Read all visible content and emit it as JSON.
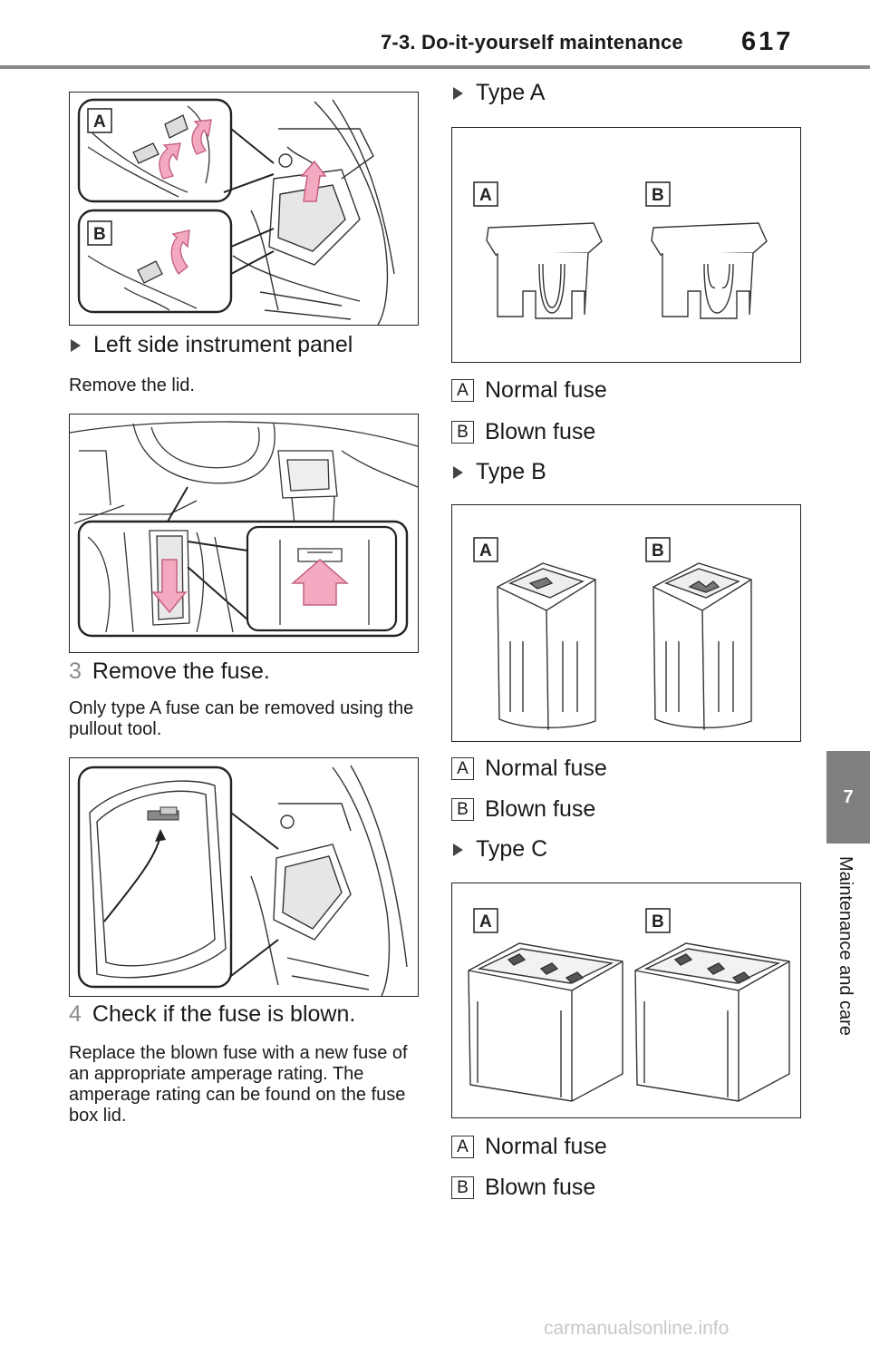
{
  "header": {
    "section_title": "7-3. Do-it-yourself maintenance",
    "page_number": "617"
  },
  "side_tab": {
    "chapter_number": "7",
    "chapter_label": "Maintenance and care"
  },
  "left_column": {
    "figure1_callouts": [
      "A",
      "B"
    ],
    "bullet_left_panel": "Left side instrument panel",
    "text_remove_lid": "Remove the lid.",
    "step3": {
      "number": "3",
      "label": "Remove the fuse."
    },
    "text_pullout": "Only type A fuse can be removed using the pullout tool.",
    "step4": {
      "number": "4",
      "label": "Check if the fuse is blown."
    },
    "text_replace": "Replace the blown fuse with a new fuse of an appropriate amperage rating. The amperage rating can be found on the fuse box lid."
  },
  "right_column": {
    "type_a": {
      "label": "Type A",
      "callouts": [
        "A",
        "B"
      ],
      "legend": [
        {
          "key": "A",
          "text": "Normal fuse"
        },
        {
          "key": "B",
          "text": "Blown fuse"
        }
      ]
    },
    "type_b": {
      "label": "Type B",
      "callouts": [
        "A",
        "B"
      ],
      "legend": [
        {
          "key": "A",
          "text": "Normal fuse"
        },
        {
          "key": "B",
          "text": "Blown fuse"
        }
      ]
    },
    "type_c": {
      "label": "Type C",
      "callouts": [
        "A",
        "B"
      ],
      "legend": [
        {
          "key": "A",
          "text": "Normal fuse"
        },
        {
          "key": "B",
          "text": "Blown fuse"
        }
      ]
    }
  },
  "footer": {
    "watermark": "carmanualsonline.info"
  },
  "colors": {
    "arrow_pink": "#f3a9c0",
    "arrow_outline": "#c4627f",
    "tab_gray": "#7f7f7f"
  }
}
